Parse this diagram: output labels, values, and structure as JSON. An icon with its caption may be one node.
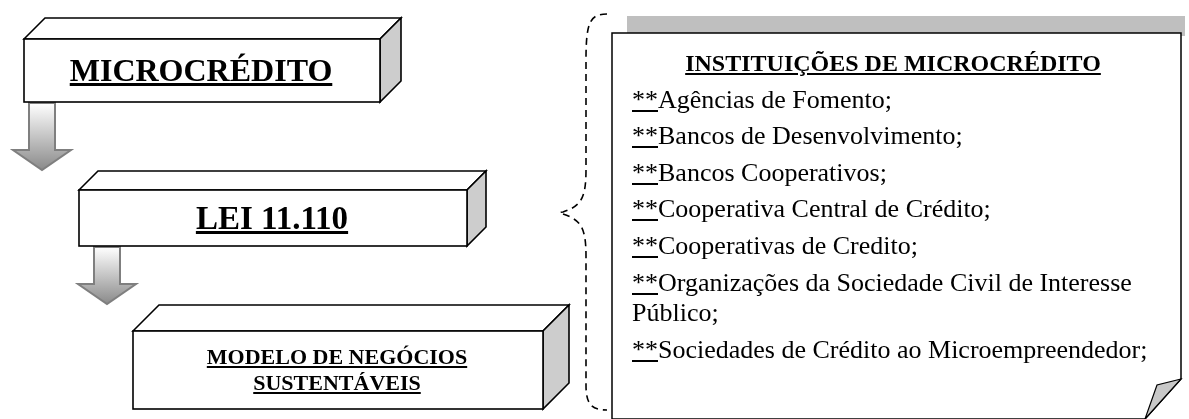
{
  "diagram": {
    "nodes": [
      {
        "text": [
          "MICROCRÉDITO"
        ]
      },
      {
        "text": [
          "LEI 11.110"
        ]
      },
      {
        "text": [
          "MODELO DE NEGÓCIOS SUSTENTÁVEIS"
        ]
      },
      {
        "text": [
          "INSTITUIÇÕES DE MICROCRÉDITO",
          "**Agências de Fomento;",
          "**Bancos de Desenvolvimento;",
          "**Bancos Cooperativos;",
          "**Cooperativa Central de Crédito;",
          "**Cooperativas de Credito;",
          "**Organizações da Sociedade Civil de Interesse Público;",
          "**Sociedades de Crédito ao Microempreendedor;"
        ]
      }
    ],
    "edges": [
      {
        "from": 0,
        "to": 1,
        "arrow": "to"
      },
      {
        "from": 1,
        "to": 2,
        "arrow": "to"
      }
    ]
  }
}
